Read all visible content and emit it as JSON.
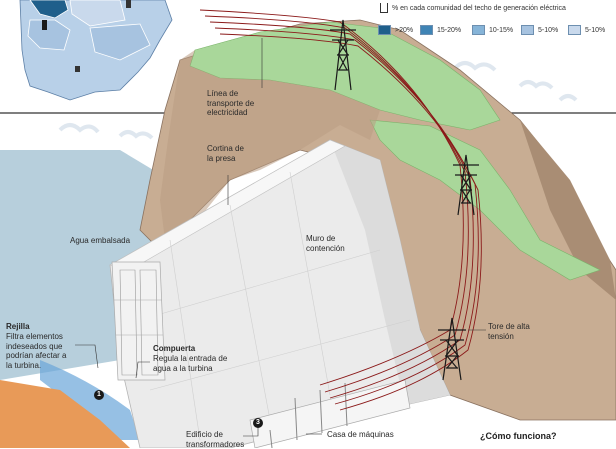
{
  "legend": {
    "title": "% en cada comunidad del techo de generación eléctrica",
    "items": [
      {
        "label": ">20%",
        "color": "#1f5f8b"
      },
      {
        "label": "15-20%",
        "color": "#3f84b5"
      },
      {
        "label": "10-15%",
        "color": "#86b4d8"
      },
      {
        "label": "5-10%",
        "color": "#a7c3e0"
      },
      {
        "label": "5-10%",
        "color": "#c9d9ec"
      }
    ]
  },
  "labels": {
    "linea": "Línea de\ntransporte de\nelectricidad",
    "cortina": "Cortina de\nla presa",
    "agua": "Agua embalsada",
    "muro": "Muro de\ncontención",
    "rejilla_title": "Rejilla",
    "rejilla_text": "Filtra elementos\nindeseados que\npodrían afectar a\nla turbina.",
    "compuerta_title": "Compuerta",
    "compuerta_text": "Regula la entrada de\nagua a la turbina",
    "torre": "Tore de alta\ntensión",
    "edificio": "Edificio de\ntransformadores",
    "casa": "Casa de máquinas",
    "como": "¿Cómo funciona?"
  },
  "badges": {
    "b1": "1",
    "b3": "3"
  },
  "colors": {
    "sky": "#ffffff",
    "water": "#b7cfdc",
    "rock": "#c8ad93",
    "rock_dark": "#a98d74",
    "grass": "#a9d79a",
    "concrete": "#ebebeb",
    "line": "#8b1a1a",
    "map_fill": "#b8d0e8"
  }
}
